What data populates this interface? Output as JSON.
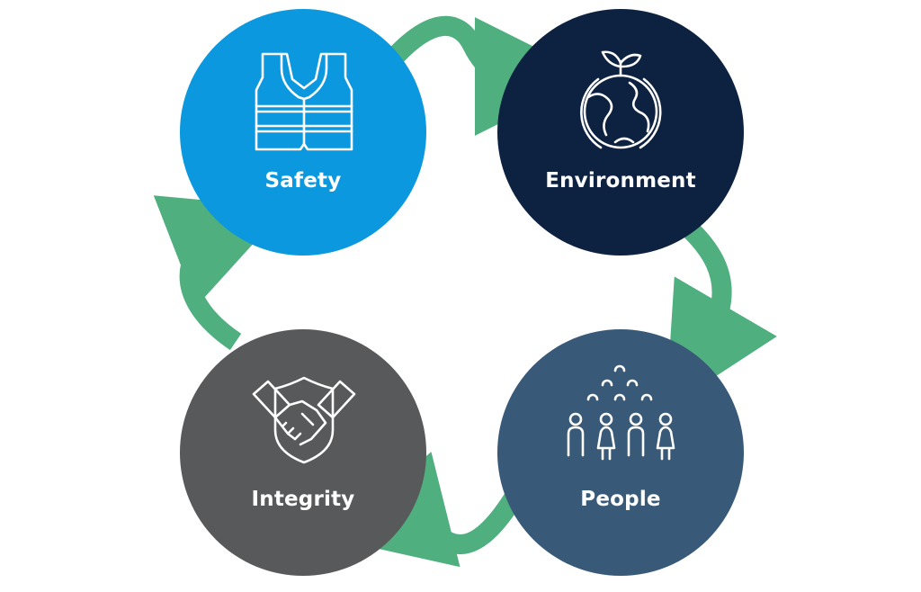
{
  "diagram": {
    "type": "cycle",
    "colors": {
      "arrow": "#4FAF7F",
      "safety": "#0B98DE",
      "environment": "#0D2240",
      "people": "#385A78",
      "integrity": "#58595B"
    },
    "nodes": [
      {
        "label": "Safety",
        "icon": "safety-vest-icon"
      },
      {
        "label": "Environment",
        "icon": "globe-sprout-icon"
      },
      {
        "label": "People",
        "icon": "people-group-icon"
      },
      {
        "label": "Integrity",
        "icon": "handshake-shield-icon"
      }
    ]
  }
}
